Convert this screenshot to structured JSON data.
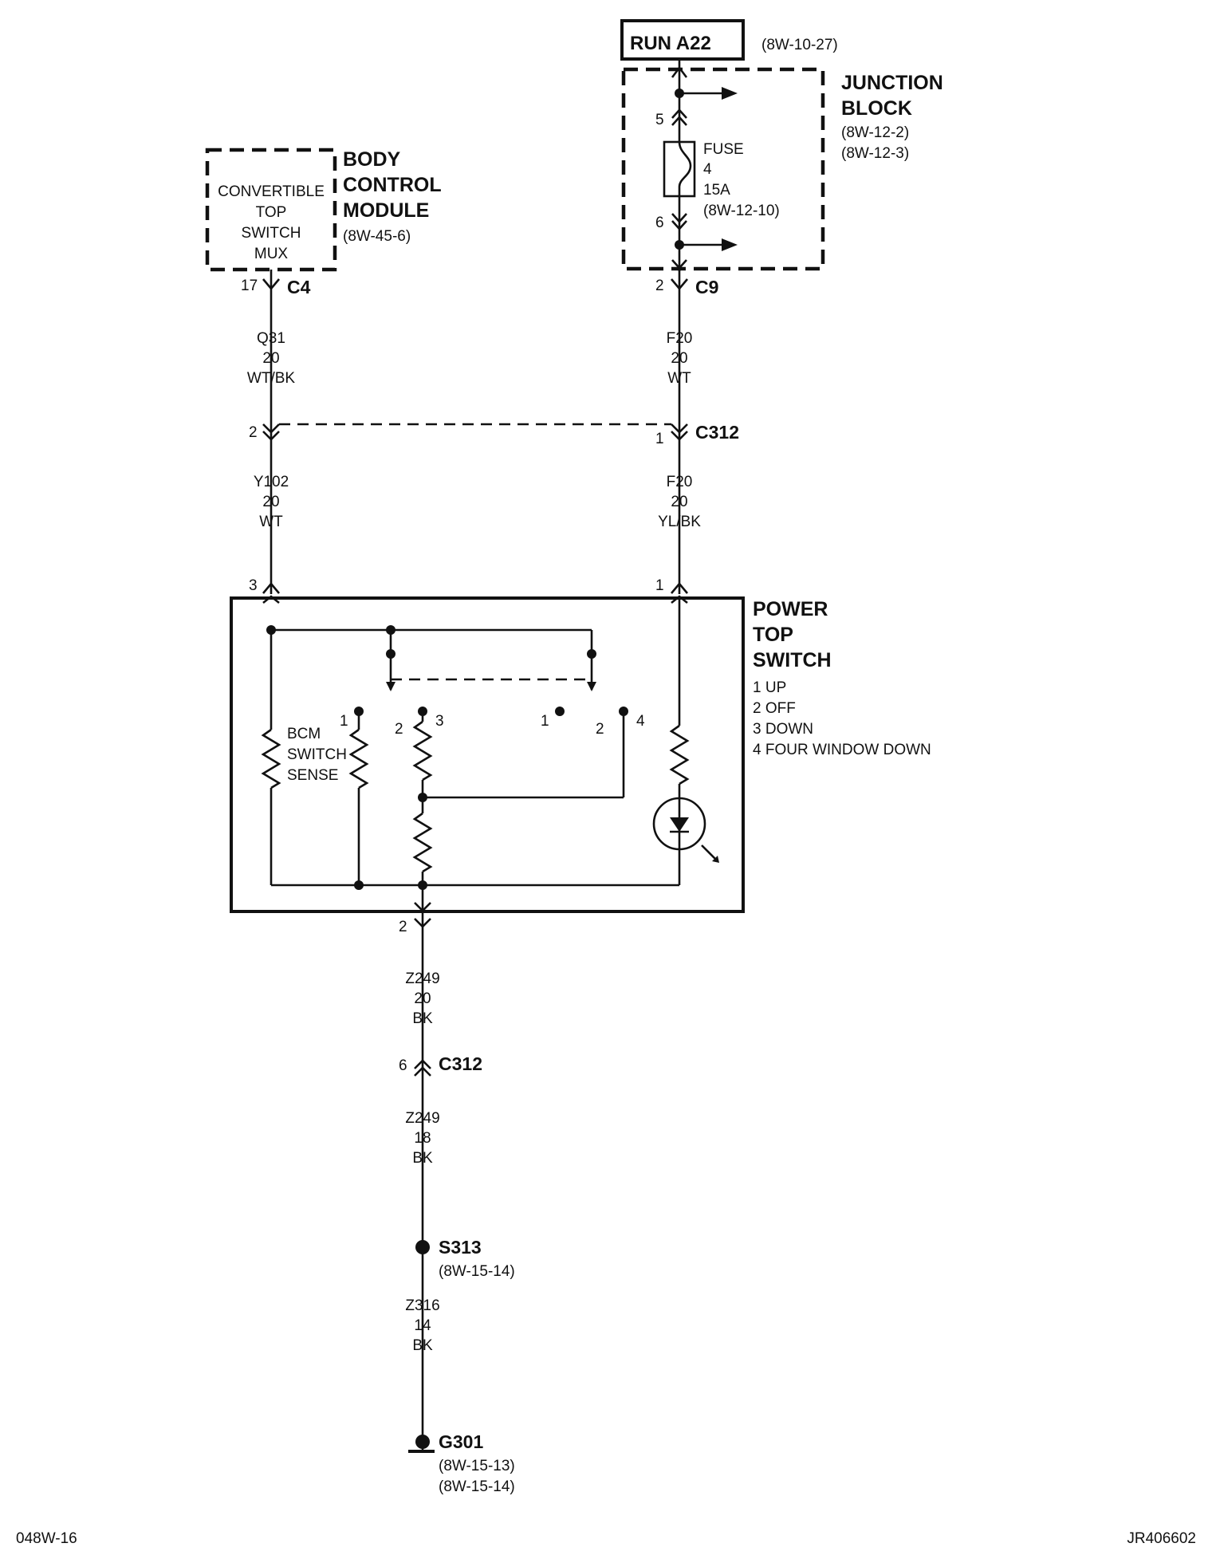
{
  "source": {
    "label": "RUN A22",
    "ref": "(8W-10-27)"
  },
  "junction_block": {
    "title_line1": "JUNCTION",
    "title_line2": "BLOCK",
    "ref1": "(8W-12-2)",
    "ref2": "(8W-12-3)",
    "fuse_pin_top": "5",
    "fuse_pin_bottom": "6",
    "fuse_label": "FUSE",
    "fuse_number": "4",
    "fuse_rating": "15A",
    "fuse_ref": "(8W-12-10)"
  },
  "bcm": {
    "title_line1": "BODY",
    "title_line2": "CONTROL",
    "title_line3": "MODULE",
    "ref": "(8W-45-6)",
    "inner_line1": "CONVERTIBLE",
    "inner_line2": "TOP",
    "inner_line3": "SWITCH",
    "inner_line4": "MUX"
  },
  "connectors": {
    "c4_pin": "17",
    "c4_name": "C4",
    "c9_pin": "2",
    "c9_name": "C9",
    "c312_left_pin": "2",
    "c312_right_pin": "1",
    "c312_name": "C312",
    "switch_pin3": "3",
    "switch_pin1": "1",
    "switch_pin2": "2",
    "c312_lower_pin": "6",
    "c312_lower_name": "C312"
  },
  "wires": {
    "q31": {
      "code": "Q31",
      "gauge": "20",
      "color": "WT/BK"
    },
    "f20_upper": {
      "code": "F20",
      "gauge": "20",
      "color": "WT"
    },
    "y102": {
      "code": "Y102",
      "gauge": "20",
      "color": "WT"
    },
    "f20_lower": {
      "code": "F20",
      "gauge": "20",
      "color": "YL/BK"
    },
    "z249_upper": {
      "code": "Z249",
      "gauge": "20",
      "color": "BK"
    },
    "z249_lower": {
      "code": "Z249",
      "gauge": "18",
      "color": "BK"
    },
    "z316": {
      "code": "Z316",
      "gauge": "14",
      "color": "BK"
    }
  },
  "power_top_switch": {
    "title_line1": "POWER",
    "title_line2": "TOP",
    "title_line3": "SWITCH",
    "pos1": "1 UP",
    "pos2": "2 OFF",
    "pos3": "3 DOWN",
    "pos4": "4 FOUR WINDOW DOWN",
    "bcm_sense_line1": "BCM",
    "bcm_sense_line2": "SWITCH",
    "bcm_sense_line3": "SENSE",
    "contact_a1": "1",
    "contact_a2": "2",
    "contact_a3": "3",
    "contact_b1": "1",
    "contact_b2": "2",
    "contact_b4": "4"
  },
  "splice": {
    "name": "S313",
    "ref": "(8W-15-14)"
  },
  "ground": {
    "name": "G301",
    "ref1": "(8W-15-13)",
    "ref2": "(8W-15-14)"
  },
  "footer": {
    "left": "048W-16",
    "right": "JR406602"
  }
}
